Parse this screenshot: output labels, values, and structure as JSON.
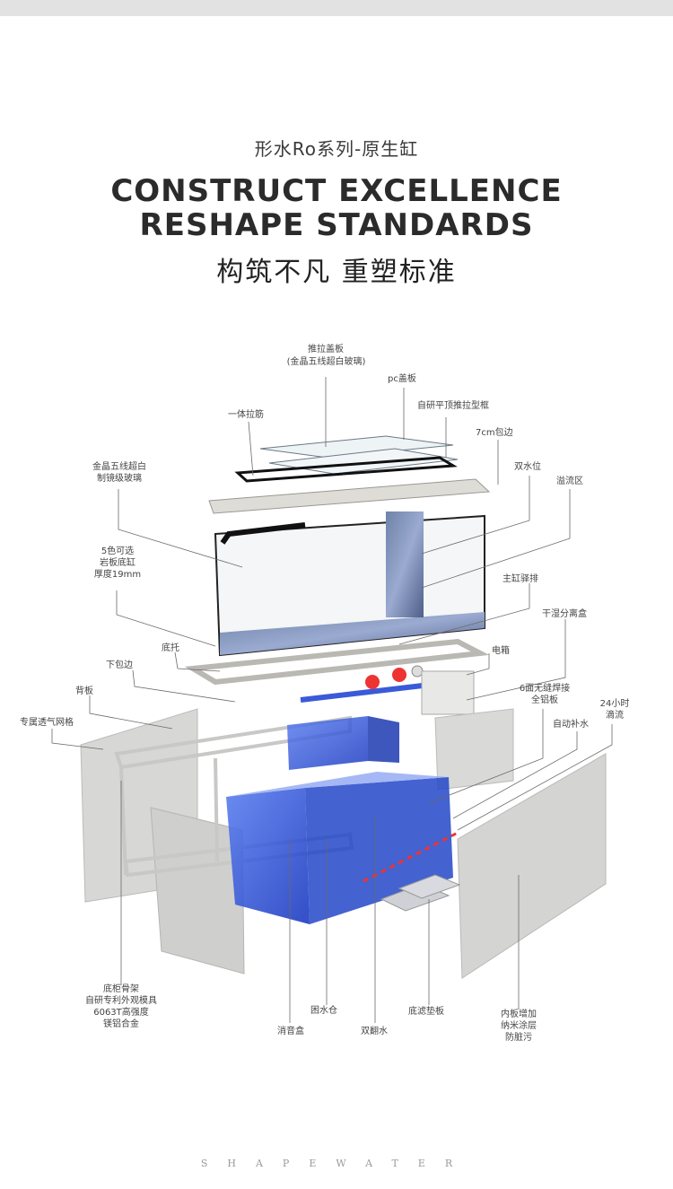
{
  "header": {
    "subtitle": "形水Ro系列-原生缸",
    "headline_line1": "CONSTRUCT EXCELLENCE",
    "headline_line2": "RESHAPE STANDARDS",
    "headline_cn": "构筑不凡 重塑标准"
  },
  "labels": {
    "sliding_cover": "推拉盖板",
    "sliding_cover_sub": "(金晶五线超白玻璃)",
    "pc_cover": "pc盖板",
    "flat_frame": "自研平顶推拉型框",
    "brace": "一体拉筋",
    "edge_7cm": "7cm包边",
    "glass_1": "金晶五线超白",
    "glass_2": "制镜级玻璃",
    "dual_water": "双水位",
    "overflow": "溢流区",
    "rock_1": "5色可选",
    "rock_2": "岩板底缸",
    "rock_3": "厚度19mm",
    "main_drain": "主缸驿排",
    "dry_wet_box": "干湿分离盒",
    "base_tray": "底托",
    "lower_edge": "下包边",
    "elec_box": "电箱",
    "back_panel": "背板",
    "seamless_1": "6面无缝焊接",
    "seamless_2": "全铝板",
    "vent_grid": "专属透气网格",
    "drip_1": "24小时",
    "drip_2": "滴流",
    "auto_refill": "自动补水",
    "cabinet_1": "底柜骨架",
    "cabinet_2": "自研专利外观模具",
    "cabinet_3": "6063T高强度",
    "cabinet_4": "镁铝合金",
    "sump_water": "困水仓",
    "filter_plate": "底滤垫板",
    "inner_1": "内板增加",
    "inner_2": "纳米涂层",
    "inner_3": "防脏污",
    "silencer": "消音盒",
    "double_flip": "双翻水"
  },
  "footer": {
    "brand": "SHAPEWATER"
  },
  "colors": {
    "sump_blue": "#2a4fd6",
    "panel_grey": "#d7d7d5",
    "leader_line": "#6a6a6a"
  }
}
